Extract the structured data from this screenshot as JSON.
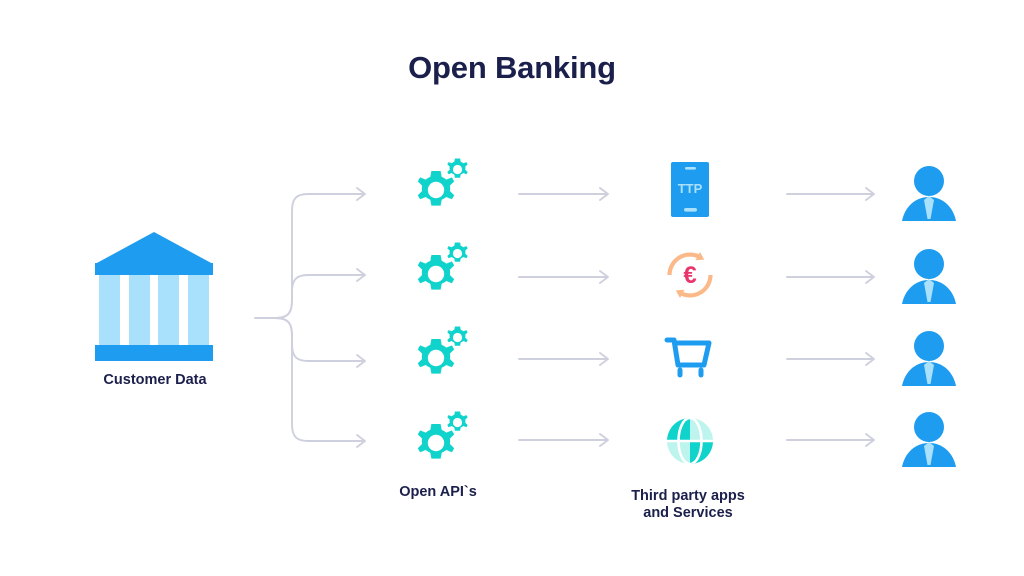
{
  "page": {
    "title": "Open Banking",
    "background": "#ffffff",
    "text_color": "#1b1f4b"
  },
  "colors": {
    "navy": "#1b1f4b",
    "blue": "#1e9cf0",
    "light_blue": "#a9e0fb",
    "teal": "#10d3cc",
    "light_teal": "#bdf4ee",
    "peach": "#fbb98a",
    "pink": "#e8356b",
    "connector_gray": "#cfd0de"
  },
  "stages": {
    "source": {
      "icon": "bank-icon",
      "label": "Customer Data"
    },
    "apis": {
      "label": "Open API`s",
      "rows": [
        {
          "icon": "gears-icon"
        },
        {
          "icon": "gears-icon"
        },
        {
          "icon": "gears-icon"
        },
        {
          "icon": "gears-icon"
        }
      ]
    },
    "third_party": {
      "label_line1": "Third party apps",
      "label_line2": "and Services",
      "rows": [
        {
          "icon": "mobile-phone-icon",
          "text": "TTP"
        },
        {
          "icon": "euro-exchange-icon",
          "text": "€"
        },
        {
          "icon": "shopping-cart-icon",
          "text": ""
        },
        {
          "icon": "globe-icon",
          "text": ""
        }
      ]
    },
    "customers": {
      "rows": [
        {
          "icon": "person-icon"
        },
        {
          "icon": "person-icon"
        },
        {
          "icon": "person-icon"
        },
        {
          "icon": "person-icon"
        }
      ]
    }
  },
  "connectors": {
    "branch": {
      "from": "customer-data",
      "to": "open-apis",
      "count": 4,
      "style": "rounded-branch-arrow"
    },
    "api_to_tpp": {
      "count": 4,
      "style": "straight-arrow"
    },
    "tpp_to_customer": {
      "count": 4,
      "style": "straight-arrow"
    }
  }
}
